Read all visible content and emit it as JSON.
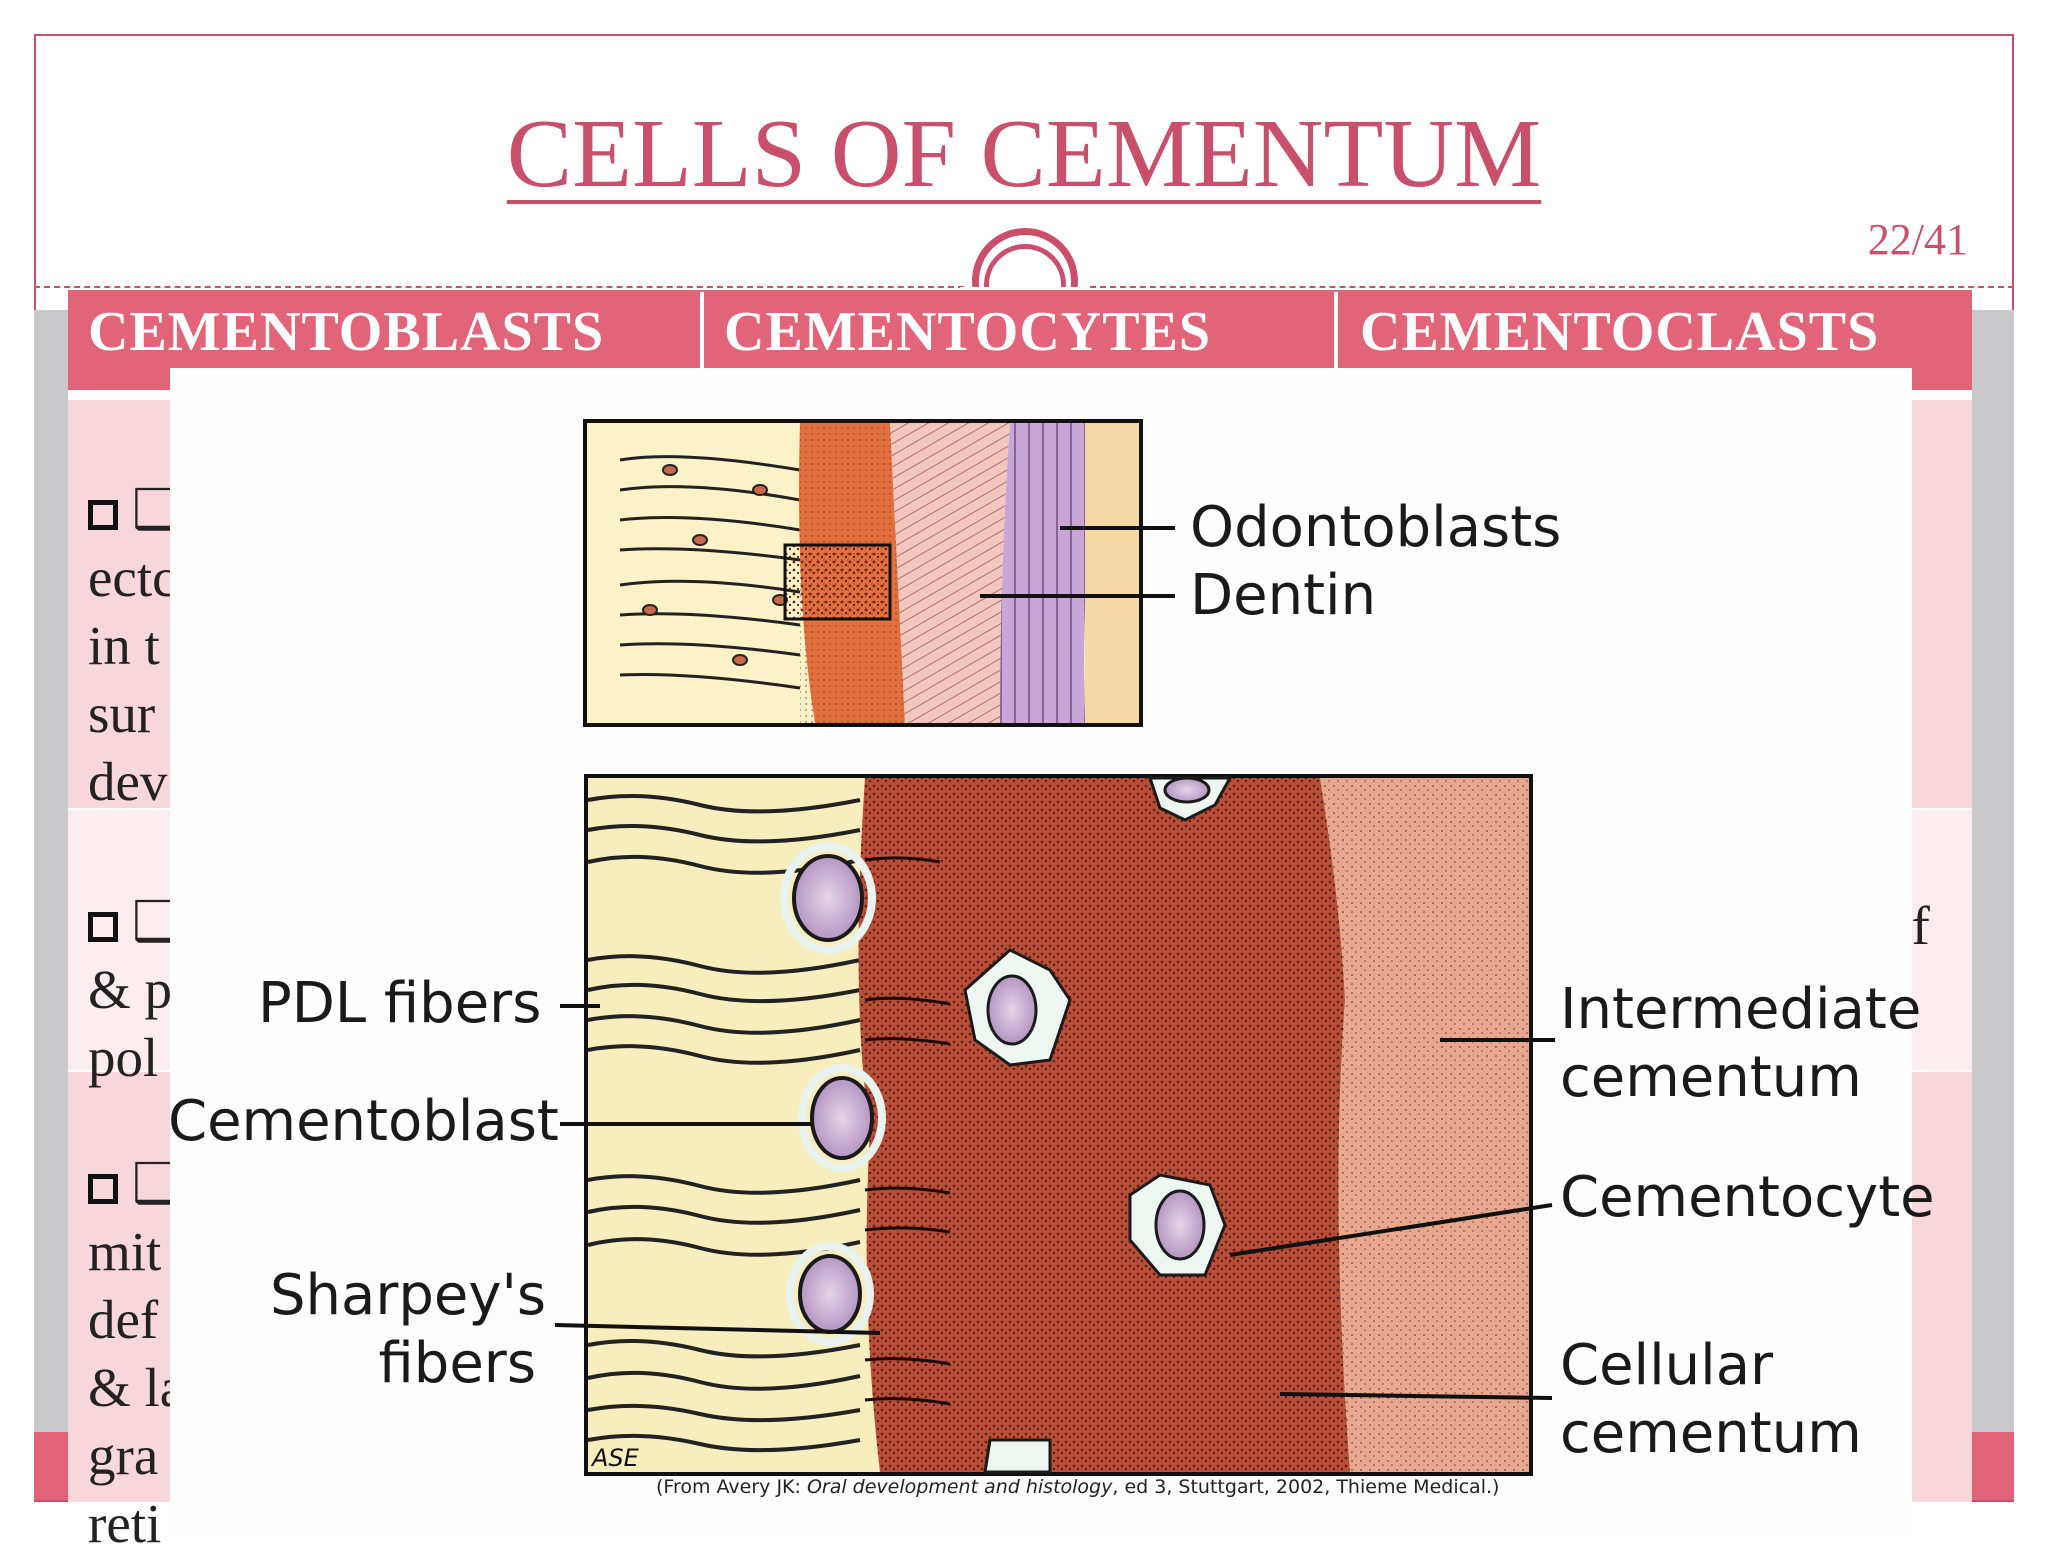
{
  "slide": {
    "title": "CELLS OF CEMENTUM",
    "page_number": "22/41"
  },
  "table": {
    "headers": [
      "CEMENTOBLASTS",
      "CEMENTOCYTES",
      "CEMENTOCLASTS"
    ],
    "rows_visible_fragments": [
      "❑ C\nectс\nin t\nsur\ndev",
      "❑ S\n& p\npol",
      "❑ I\nmit\ndef\n& la\ngra\nreti"
    ],
    "right_fragment": "of"
  },
  "figure": {
    "top_labels": [
      "Odontoblasts",
      "Dentin"
    ],
    "left_labels": [
      "PDL fibers",
      "Cementoblast",
      "Sharpey's\nfibers"
    ],
    "right_labels": [
      "Intermediate\ncementum",
      "Cementocyte",
      "Cellular\ncementum"
    ],
    "artist_initials": "ASE",
    "caption_prefix": "(From Avery JK: ",
    "caption_italic": "Oral development and histology",
    "caption_suffix": ", ed 3, Stuttgart, 2002, Thieme Medical.)"
  },
  "colors": {
    "accent": "#c8506a",
    "header_band": "#e26478",
    "dentin": "#e98a6c",
    "cementum_cellular": "#b84e37",
    "cementum_intermediate": "#e8a78f",
    "pdl": "#f8edbc",
    "odontoblast_layer": "#c8a6d8"
  }
}
